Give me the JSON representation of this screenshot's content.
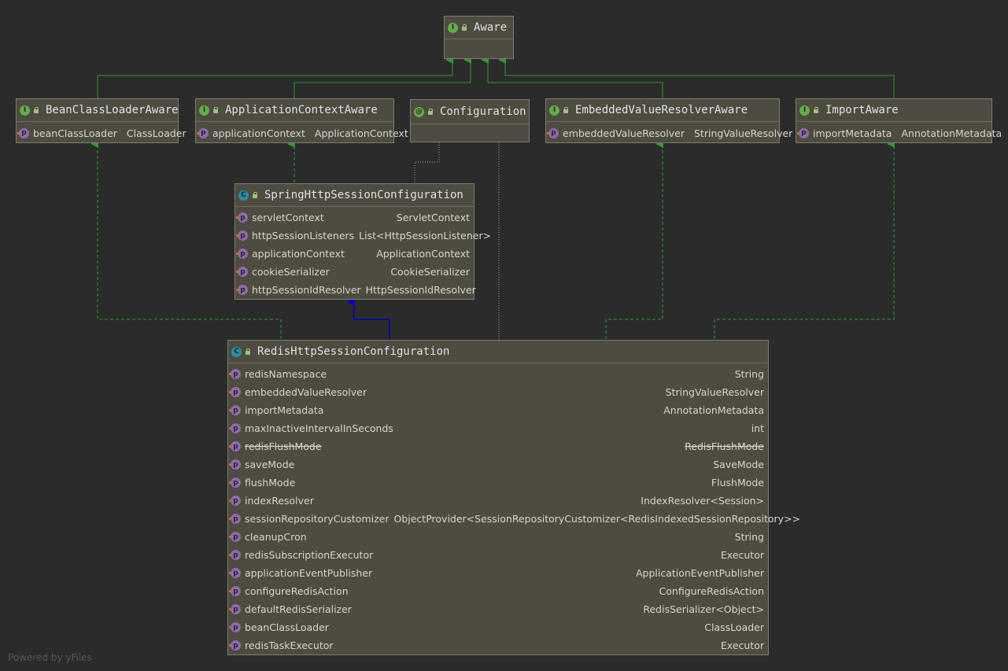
{
  "nodes": {
    "aware": {
      "name": "Aware",
      "kind": "I",
      "fields": []
    },
    "bean_class_loader_aware": {
      "name": "BeanClassLoaderAware",
      "kind": "I",
      "fields": [
        {
          "name": "beanClassLoader",
          "type": "ClassLoader"
        }
      ]
    },
    "application_context_aware": {
      "name": "ApplicationContextAware",
      "kind": "I",
      "fields": [
        {
          "name": "applicationContext",
          "type": "ApplicationContext"
        }
      ]
    },
    "configuration": {
      "name": "Configuration",
      "kind": "@",
      "fields": []
    },
    "embedded_value_resolver_aware": {
      "name": "EmbeddedValueResolverAware",
      "kind": "I",
      "fields": [
        {
          "name": "embeddedValueResolver",
          "type": "StringValueResolver"
        }
      ]
    },
    "import_aware": {
      "name": "ImportAware",
      "kind": "I",
      "fields": [
        {
          "name": "importMetadata",
          "type": "AnnotationMetadata"
        }
      ]
    },
    "spring_http_session_configuration": {
      "name": "SpringHttpSessionConfiguration",
      "kind": "C",
      "fields": [
        {
          "name": "servletContext",
          "type": "ServletContext"
        },
        {
          "name": "httpSessionListeners",
          "type": "List<HttpSessionListener>"
        },
        {
          "name": "applicationContext",
          "type": "ApplicationContext"
        },
        {
          "name": "cookieSerializer",
          "type": "CookieSerializer"
        },
        {
          "name": "httpSessionIdResolver",
          "type": "HttpSessionIdResolver"
        }
      ]
    },
    "redis_http_session_configuration": {
      "name": "RedisHttpSessionConfiguration",
      "kind": "C",
      "fields": [
        {
          "name": "redisNamespace",
          "type": "String"
        },
        {
          "name": "embeddedValueResolver",
          "type": "StringValueResolver"
        },
        {
          "name": "importMetadata",
          "type": "AnnotationMetadata"
        },
        {
          "name": "maxInactiveIntervalInSeconds",
          "type": "int"
        },
        {
          "name": "redisFlushMode",
          "type": "RedisFlushMode",
          "deprecated": true
        },
        {
          "name": "saveMode",
          "type": "SaveMode"
        },
        {
          "name": "flushMode",
          "type": "FlushMode"
        },
        {
          "name": "indexResolver",
          "type": "IndexResolver<Session>"
        },
        {
          "name": "sessionRepositoryCustomizer",
          "type": "ObjectProvider<SessionRepositoryCustomizer<RedisIndexedSessionRepository>>"
        },
        {
          "name": "cleanupCron",
          "type": "String"
        },
        {
          "name": "redisSubscriptionExecutor",
          "type": "Executor"
        },
        {
          "name": "applicationEventPublisher",
          "type": "ApplicationEventPublisher"
        },
        {
          "name": "configureRedisAction",
          "type": "ConfigureRedisAction"
        },
        {
          "name": "defaultRedisSerializer",
          "type": "RedisSerializer<Object>"
        },
        {
          "name": "beanClassLoader",
          "type": "ClassLoader"
        },
        {
          "name": "redisTaskExecutor",
          "type": "Executor"
        }
      ]
    }
  },
  "field_badge": "p",
  "watermark": "Powered by yFiles",
  "colors": {
    "background": "#2b2b2b",
    "extends_edge": "#0000c0",
    "implements_edge": "#2f9a2f",
    "annotation_edge": "#a8a870"
  }
}
